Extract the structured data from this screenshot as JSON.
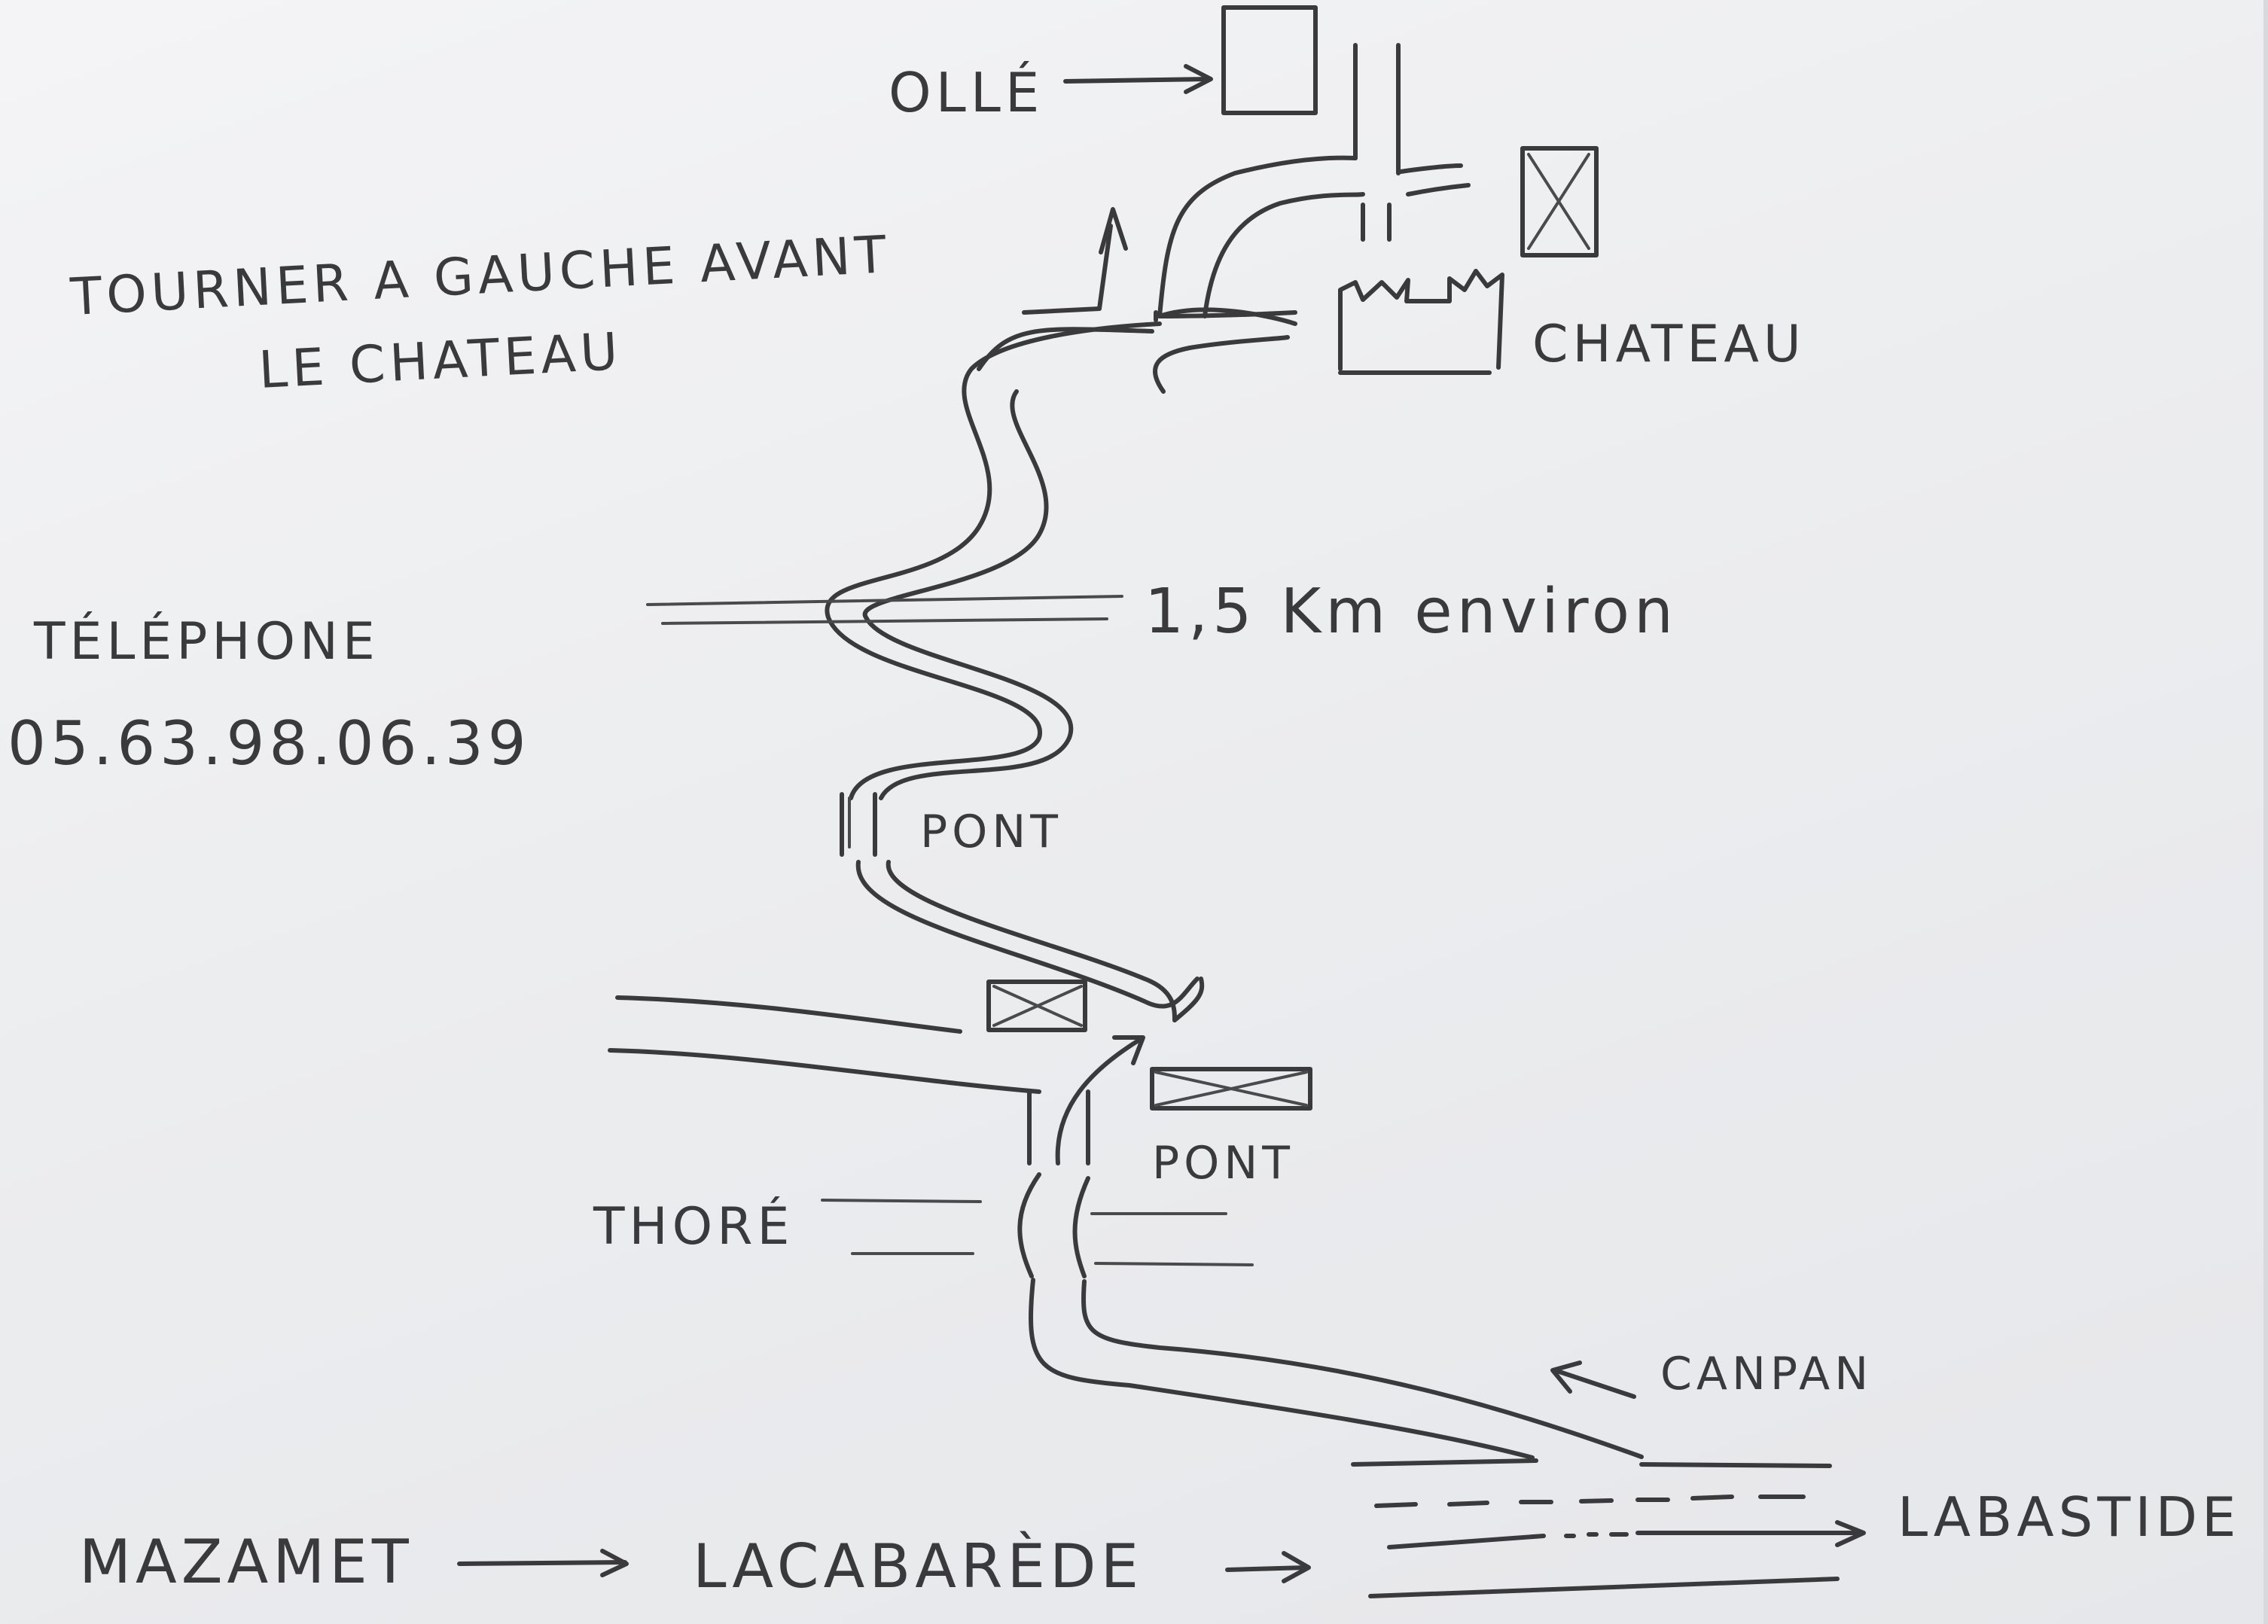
{
  "map": {
    "labels": {
      "olle": "OLLÉ",
      "instruction_line1": "TOURNER A GAUCHE AVANT",
      "instruction_line2": "LE CHATEAU",
      "chateau": "CHATEAU",
      "distance": "1,5 Km environ",
      "telephone_label": "TÉLÉPHONE",
      "telephone_number": "05.63.98.06.39",
      "pont_upper": "PONT",
      "pont_lower": "PONT",
      "thore": "THORÉ",
      "canpan": "CANPAN",
      "mazamet": "MAZAMET",
      "lacabarede": "LACABARÈDE",
      "labastide": "LABASTIDE"
    },
    "colors": {
      "ink": "#3a3a3c",
      "paper": "#eeeff1"
    },
    "icons": [
      "arrow-icon",
      "building-icon",
      "castle-icon",
      "crossed-box-icon"
    ]
  }
}
